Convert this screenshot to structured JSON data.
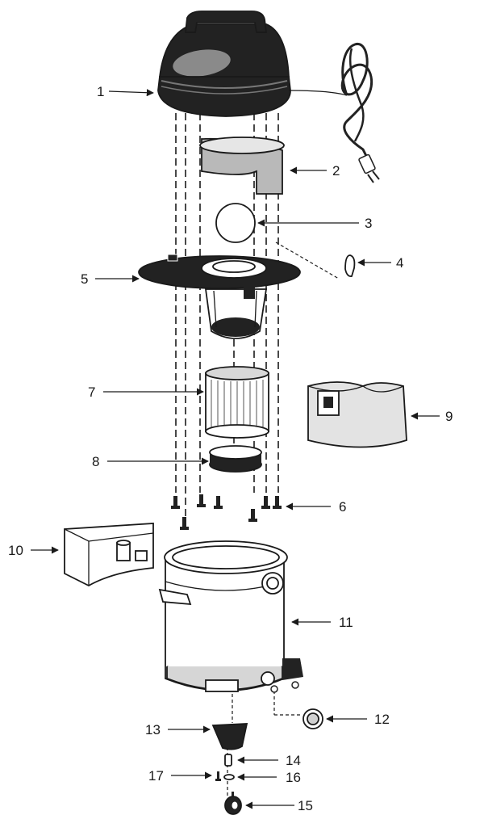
{
  "diagram": {
    "callouts": {
      "c1": "1",
      "c2": "2",
      "c3": "3",
      "c4": "4",
      "c5": "5",
      "c6": "6",
      "c7": "7",
      "c8": "8",
      "c9": "9",
      "c10": "10",
      "c11": "11",
      "c12": "12",
      "c13": "13",
      "c14": "14",
      "c15": "15",
      "c16": "16",
      "c17": "17"
    }
  },
  "colors": {
    "ink": "#1a1a1a",
    "dark_fill": "#222222",
    "light_gray": "#b9b9b9",
    "mid_gray": "#8a8a8a",
    "paper": "#ffffff"
  }
}
